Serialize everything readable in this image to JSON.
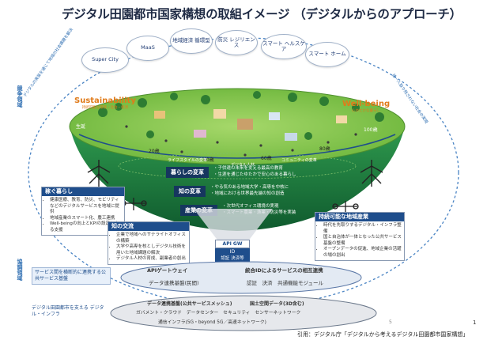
{
  "title": "デジタル田園都市国家構想の取組イメージ （デジタルからのアプローチ）",
  "clouds": [
    "Super City",
    "MaaS",
    "地域経済 循環型",
    "防災 レジリエンス",
    "スマート ヘルスケア",
    "スマート ホーム"
  ],
  "side_left": "競争領域",
  "side_left2": "協調領域",
  "arc_left": "デジタルの実装を通じて地域の社会課題を解決",
  "arc_right": "誰一人取り残されない社会の実現",
  "sustainability": {
    "title": "Sustainability",
    "sub": "持続可能な環境・社会・経済"
  },
  "wellbeing": {
    "title": "Well-being",
    "sub": "心ゆたかな暮らし"
  },
  "ages": [
    "生誕",
    "20歳",
    "40歳",
    "60歳",
    "80歳",
    "100歳"
  ],
  "transforms": [
    {
      "label": "暮らしの変革",
      "items": [
        "・子供達の未来を支える最高の教育",
        "・生涯を通じたゆたかで安心のある暮らし"
      ]
    },
    {
      "label": "知の変革",
      "items": [
        "・やる気のある地域大学・高専を中核に",
        "・地域における世界最先端の知の創造"
      ]
    },
    {
      "label": "産業の変革",
      "items": [
        "・次世代オフィス環境の実現",
        "・スマート農業・漁業・防災等を実装"
      ]
    }
  ],
  "bowl_top_tags": [
    "ライフスタイルの変革",
    "デジタル人材",
    "コミュニティの変革"
  ],
  "left_box": {
    "title": "稼ぐ暮らし",
    "items": [
      "健康医療、教育、防災、モビリティなどのデジタルサービスを地域に提供",
      "地域産業のスマート化、農工連携",
      "Well-beingの向上とKPIの設定による支援"
    ]
  },
  "left_box2": {
    "title": "知の交流",
    "items": [
      "企業で地域へのサテライトオフィスの構築",
      "大学や高専を核としデジタル技術を用いた地域課題の解決",
      "デジタル人材の育成、副業者の創出"
    ]
  },
  "right_box": {
    "title": "持続可能な地域産業",
    "items": [
      "時代を先取りするデジタル・インフラ整備",
      "国と自治体が一体となった公共サービス基盤の整備",
      "オープンデータの促進、地域企業の活躍の場の創出"
    ]
  },
  "api_stack": [
    "API GW",
    "ID",
    "認証 決済等"
  ],
  "middle_left_tag": "サービス間を横断的に連携する公共サービス基盤",
  "middle_disk": {
    "api_gateway": "APIゲートウェイ",
    "id_service": "統合IDによるサービスの相互連携",
    "data_base": "データ連携基盤(民間)",
    "auth": "認証　決済　共通機能モジュール"
  },
  "bottom_left_tag": "デジタル田園都市を支える デジタル・インフラ",
  "bottom_disk": {
    "row1": [
      "データ連携基盤(公共サービスメッシュ)",
      "国土空間データ(3D含む)"
    ],
    "row2": "ガバメント・クラウド　データセンター　セキュリティ　センサーネットワーク",
    "row3": "通信インフラ(5G・beyond 5G／高速ネットワーク)"
  },
  "page_num": "1",
  "page_num2": "5",
  "citation": "引用：デジタル庁「デジタルから考えるデジタル田園都市国家構想」",
  "colors": {
    "bowl_top": "#7cc243",
    "bowl_side": "#1f7a3e",
    "navy": "#1f4e8c",
    "sustain": "#e07b1a",
    "wellbeing": "#e07b1a"
  }
}
